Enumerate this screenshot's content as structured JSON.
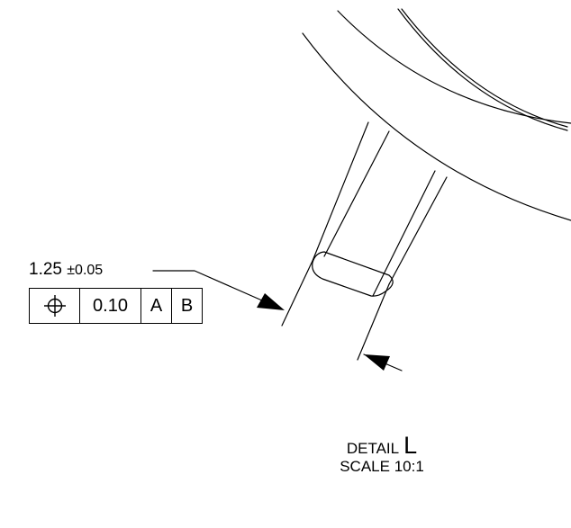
{
  "dimension": {
    "value": "1.25",
    "tolerance": "±0.05"
  },
  "feature_control_frame": {
    "symbol_icon": "position-icon",
    "tolerance": "0.10",
    "datum_primary": "A",
    "datum_secondary": "B"
  },
  "detail_label": {
    "word": "DETAIL",
    "letter": "L",
    "scale": "SCALE 10:1"
  }
}
